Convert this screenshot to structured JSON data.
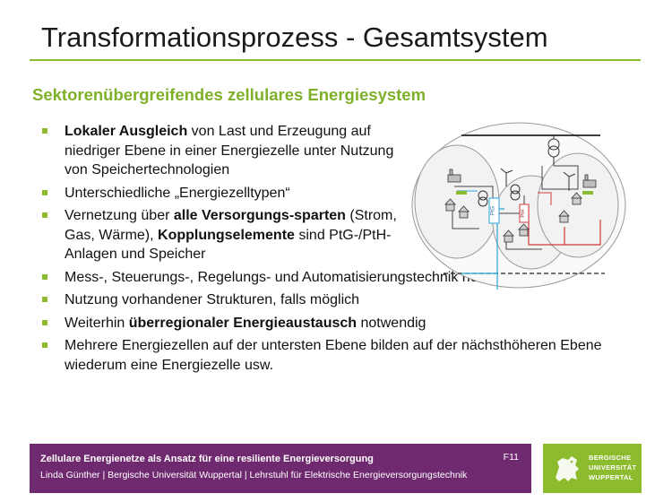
{
  "slide": {
    "title": "Transformationsprozess - Gesamtsystem",
    "subtitle": "Sektorenübergreifendes zellulares Energiesystem"
  },
  "bullets": [
    {
      "parts": [
        {
          "bold": "Lokaler Ausgleich"
        },
        {
          "text": " von Last und Erzeugung auf niedriger Ebene in einer Energiezelle unter Nutzung von Speichertechnologien"
        }
      ]
    },
    {
      "parts": [
        {
          "text": "Unterschiedliche „Energiezelltypen“"
        }
      ]
    },
    {
      "parts": [
        {
          "text": "Vernetzung über "
        },
        {
          "bold": "alle Versorgungs-sparten"
        },
        {
          "text": " (Strom, Gas, Wärme), "
        },
        {
          "bold": "Kopplungselemente"
        },
        {
          "text": " sind PtG-/PtH-Anlagen und Speicher"
        }
      ]
    },
    {
      "parts": [
        {
          "text": "Mess-, Steuerungs-, Regelungs- und Automatisierungstechnik notwendig"
        }
      ]
    },
    {
      "parts": [
        {
          "text": "Nutzung vorhandener Strukturen, falls möglich"
        }
      ]
    },
    {
      "parts": [
        {
          "text": "Weiterhin "
        },
        {
          "bold": "überregionaler Energieaustausch"
        },
        {
          "text": " notwendig"
        }
      ]
    },
    {
      "parts": [
        {
          "text": "Mehrere Energiezellen auf der untersten Ebene bilden auf der nächsthöheren Ebene wiederum eine Energiezelle usw."
        }
      ]
    }
  ],
  "diagram": {
    "labels": [
      "PtG",
      "PtH"
    ]
  },
  "footer": {
    "title": "Zellulare Energienetze als Ansatz für eine resiliente Energieversorgung",
    "subtitle": "Linda Günther | Bergische Universität Wuppertal | Lehrstuhl für Elektrische Energieversorgungstechnik",
    "page": "F11"
  },
  "logo": {
    "line1": "BERGISCHE",
    "line2": "UNIVERSITÄT",
    "line3": "WUPPERTAL"
  },
  "colors": {
    "accent_green": "#8dbb2e",
    "footer_purple": "#6f2a6f"
  }
}
